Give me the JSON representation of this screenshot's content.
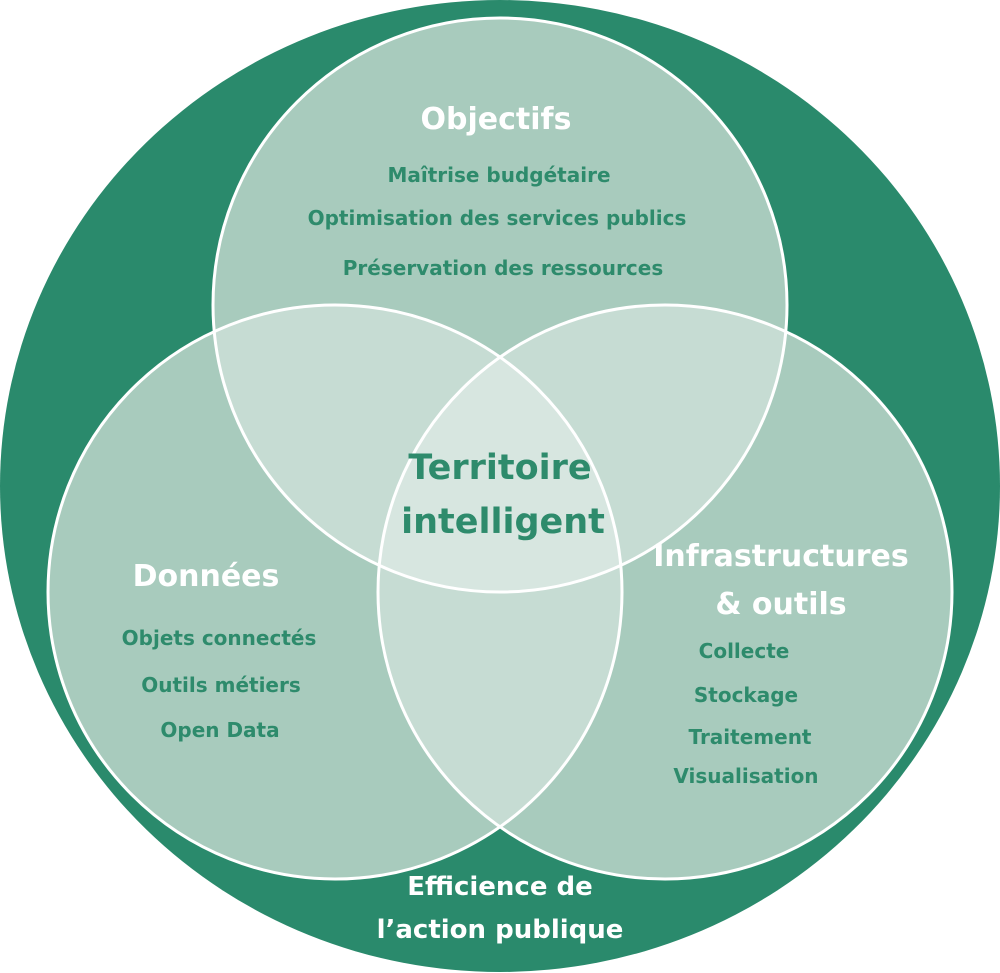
{
  "colors": {
    "background_disc": "#2a8a6c",
    "circle_fill": "#a8cbbd",
    "circle_stroke": "#ffffff",
    "overlap_fill": "#c6dcd3",
    "center_fill": "#d7e6e0",
    "heading_text": "#ffffff",
    "item_text": "#2e8b6c"
  },
  "outer_caption": {
    "line1": "Efficience de",
    "line2": "l’action publique"
  },
  "center_label": {
    "line1": "Territoire",
    "line2": "intelligent"
  },
  "circles": {
    "objectifs": {
      "title": "Objectifs",
      "items": [
        "Maîtrise budgétaire",
        "Optimisation des services publics",
        "Préservation des ressources"
      ]
    },
    "donnees": {
      "title": "Données",
      "items": [
        "Objets connectés",
        "Outils métiers",
        "Open Data"
      ]
    },
    "infrastructures": {
      "title_line1": "Infrastructures",
      "title_line2": "& outils",
      "items": [
        "Collecte",
        "Stockage",
        "Traitement",
        "Visualisation"
      ]
    }
  }
}
